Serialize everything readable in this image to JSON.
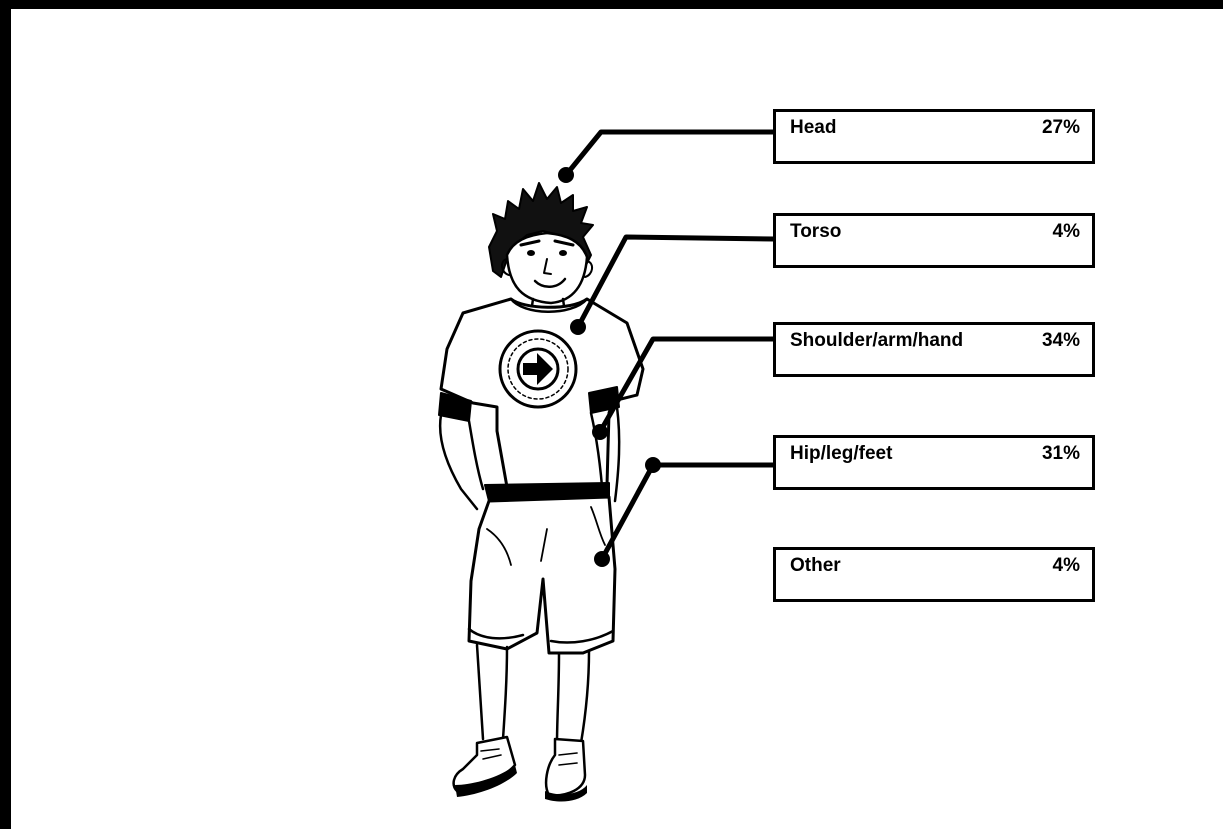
{
  "figure": {
    "regions": [
      {
        "id": "head",
        "label": "Head",
        "percent": "27%",
        "value": 27
      },
      {
        "id": "torso",
        "label": "Torso",
        "percent": "4%",
        "value": 4
      },
      {
        "id": "shoulder-arm-hand",
        "label": "Shoulder/arm/hand",
        "percent": "34%",
        "value": 34
      },
      {
        "id": "hip-leg-feet",
        "label": "Hip/leg/feet",
        "percent": "31%",
        "value": 31
      },
      {
        "id": "other",
        "label": "Other",
        "percent": "4%",
        "value": 4
      }
    ],
    "colors": {
      "background": "#000000",
      "panel": "#ffffff",
      "ink": "#000000"
    },
    "illustration": "person-illustration"
  }
}
